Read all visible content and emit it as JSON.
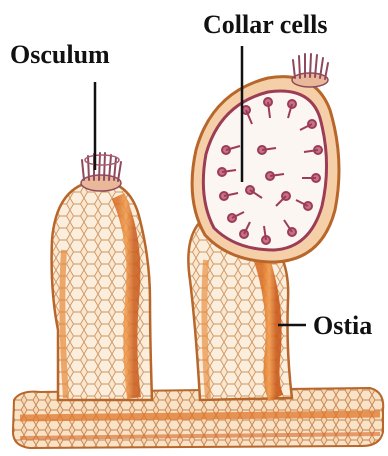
{
  "diagram": {
    "labels": {
      "osculum": "Osculum",
      "collar_cells": "Collar cells",
      "ostia": "Ostia"
    },
    "colors": {
      "body_wall": "#e07a2c",
      "body_wall_dark": "#c4561a",
      "cell_fill": "#f7e3c9",
      "cell_outline": "#c78a55",
      "collar_cell": "#9c3c55",
      "pointer_line": "#111111"
    }
  }
}
